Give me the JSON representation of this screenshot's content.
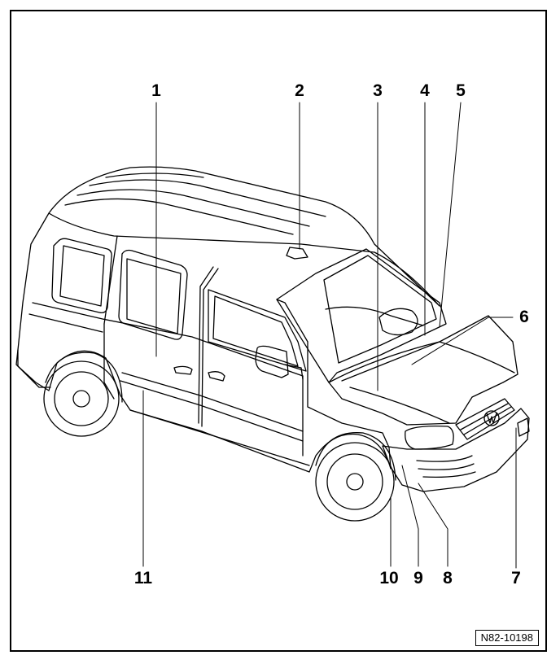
{
  "callouts": [
    {
      "id": "1",
      "label": "1"
    },
    {
      "id": "2",
      "label": "2"
    },
    {
      "id": "3",
      "label": "3"
    },
    {
      "id": "4",
      "label": "4"
    },
    {
      "id": "5",
      "label": "5"
    },
    {
      "id": "6",
      "label": "6"
    },
    {
      "id": "7",
      "label": "7"
    },
    {
      "id": "8",
      "label": "8"
    },
    {
      "id": "9",
      "label": "9"
    },
    {
      "id": "10",
      "label": "10"
    },
    {
      "id": "11",
      "label": "11"
    }
  ],
  "figure_ref": "N82-10198",
  "colors": {
    "ink": "#000000",
    "paper": "#ffffff"
  }
}
